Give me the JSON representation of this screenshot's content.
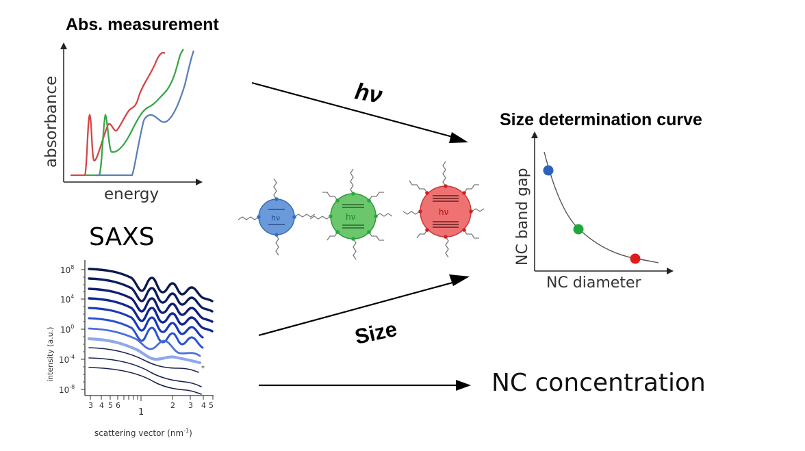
{
  "absorbance_panel": {
    "title": "Abs. measurement",
    "ylabel": "absorbance",
    "xlabel": "energy"
  },
  "saxs_panel": {
    "title": "SAXS",
    "ylabel": "intensity (a.u.)",
    "xlabel_main": "scattering vector (nm",
    "xlabel_sup": "-1",
    "xlabel_close": ")",
    "y_ticks": [
      {
        "base": "10",
        "exp": "8"
      },
      {
        "base": "10",
        "exp": "4"
      },
      {
        "base": "10",
        "exp": "0"
      },
      {
        "base": "10",
        "exp": "-4"
      },
      {
        "base": "10",
        "exp": "-8"
      }
    ],
    "x_ticks": [
      "3",
      "4",
      "5",
      "6",
      "1",
      "2",
      "3",
      "4",
      "5"
    ],
    "asterisk": "*"
  },
  "arrows": {
    "top_label": "hν",
    "middle_label": "Size",
    "bottom_label": "NC concentration"
  },
  "nanocrystals": {
    "label": "hν",
    "colors": [
      "#6a9ad9",
      "#6cc76c",
      "#ee7272"
    ],
    "accents": [
      "#2a6fc9",
      "#24a83a",
      "#d81e1e"
    ]
  },
  "size_curve": {
    "title": "Size determination curve",
    "ylabel": "NC band gap",
    "xlabel": "NC diameter",
    "point_colors": [
      "#2d62b8",
      "#1ea83a",
      "#e01b1b"
    ]
  },
  "colors": {
    "red": "#d64545",
    "green": "#3aa64a",
    "blue": "#5a7fb8"
  }
}
